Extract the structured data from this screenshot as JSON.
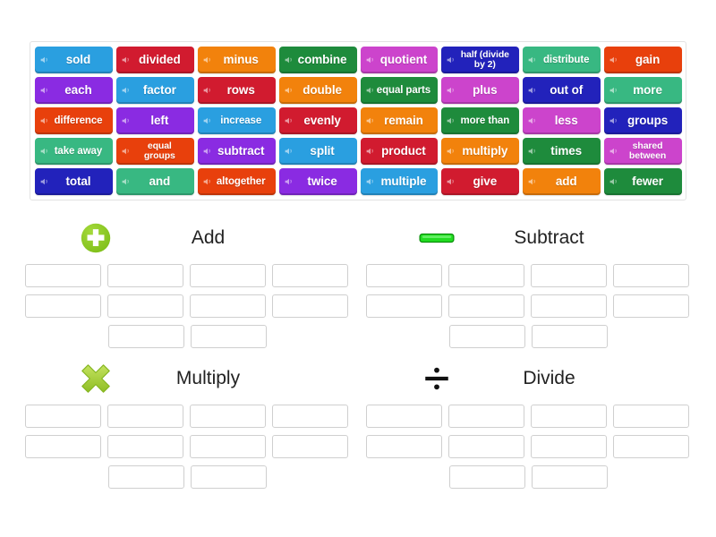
{
  "tiles": {
    "rows": [
      [
        {
          "label": "sold",
          "color": "#2a9fe0"
        },
        {
          "label": "divided",
          "color": "#d11b2f"
        },
        {
          "label": "minus",
          "color": "#f2820c"
        },
        {
          "label": "combine",
          "color": "#1e8b3c"
        },
        {
          "label": "quotient",
          "color": "#cc44cc"
        },
        {
          "label": "half (divide\nby 2)",
          "color": "#2222bb",
          "size": "small"
        },
        {
          "label": "distribute",
          "color": "#38b882",
          "size": "mid"
        },
        {
          "label": "gain",
          "color": "#e8400c"
        }
      ],
      [
        {
          "label": "each",
          "color": "#8a2be2"
        },
        {
          "label": "factor",
          "color": "#2a9fe0"
        },
        {
          "label": "rows",
          "color": "#d11b2f"
        },
        {
          "label": "double",
          "color": "#f2820c"
        },
        {
          "label": "equal parts",
          "color": "#1e8b3c",
          "size": "mid"
        },
        {
          "label": "plus",
          "color": "#cc44cc"
        },
        {
          "label": "out of",
          "color": "#2222bb"
        },
        {
          "label": "more",
          "color": "#38b882"
        }
      ],
      [
        {
          "label": "difference",
          "color": "#e8400c",
          "size": "mid"
        },
        {
          "label": "left",
          "color": "#8a2be2"
        },
        {
          "label": "increase",
          "color": "#2a9fe0",
          "size": "mid"
        },
        {
          "label": "evenly",
          "color": "#d11b2f"
        },
        {
          "label": "remain",
          "color": "#f2820c"
        },
        {
          "label": "more than",
          "color": "#1e8b3c",
          "size": "mid"
        },
        {
          "label": "less",
          "color": "#cc44cc"
        },
        {
          "label": "groups",
          "color": "#2222bb"
        }
      ],
      [
        {
          "label": "take away",
          "color": "#38b882",
          "size": "mid"
        },
        {
          "label": "equal\ngroups",
          "color": "#e8400c",
          "size": "small"
        },
        {
          "label": "subtract",
          "color": "#8a2be2"
        },
        {
          "label": "split",
          "color": "#2a9fe0"
        },
        {
          "label": "product",
          "color": "#d11b2f"
        },
        {
          "label": "multiply",
          "color": "#f2820c"
        },
        {
          "label": "times",
          "color": "#1e8b3c"
        },
        {
          "label": "shared\nbetween",
          "color": "#cc44cc",
          "size": "small"
        }
      ],
      [
        {
          "label": "total",
          "color": "#2222bb"
        },
        {
          "label": "and",
          "color": "#38b882"
        },
        {
          "label": "altogether",
          "color": "#e8400c",
          "size": "mid"
        },
        {
          "label": "twice",
          "color": "#8a2be2"
        },
        {
          "label": "multiple",
          "color": "#2a9fe0"
        },
        {
          "label": "give",
          "color": "#d11b2f"
        },
        {
          "label": "add",
          "color": "#f2820c"
        },
        {
          "label": "fewer",
          "color": "#1e8b3c"
        }
      ]
    ],
    "speaker_icon": "speaker-icon"
  },
  "categories": [
    {
      "title": "Add",
      "icon": "plus-circle-icon",
      "icon_color": "#7fbf1a",
      "slot_rows": [
        4,
        4,
        2
      ]
    },
    {
      "title": "Subtract",
      "icon": "minus-bar-icon",
      "icon_color": "#22dd22",
      "slot_rows": [
        4,
        4,
        2
      ]
    },
    {
      "title": "Multiply",
      "icon": "cross-x-icon",
      "icon_color": "#a8d037",
      "slot_rows": [
        4,
        4,
        2
      ]
    },
    {
      "title": "Divide",
      "icon": "division-sign-icon",
      "icon_color": "#111111",
      "slot_rows": [
        4,
        4,
        2
      ]
    }
  ]
}
